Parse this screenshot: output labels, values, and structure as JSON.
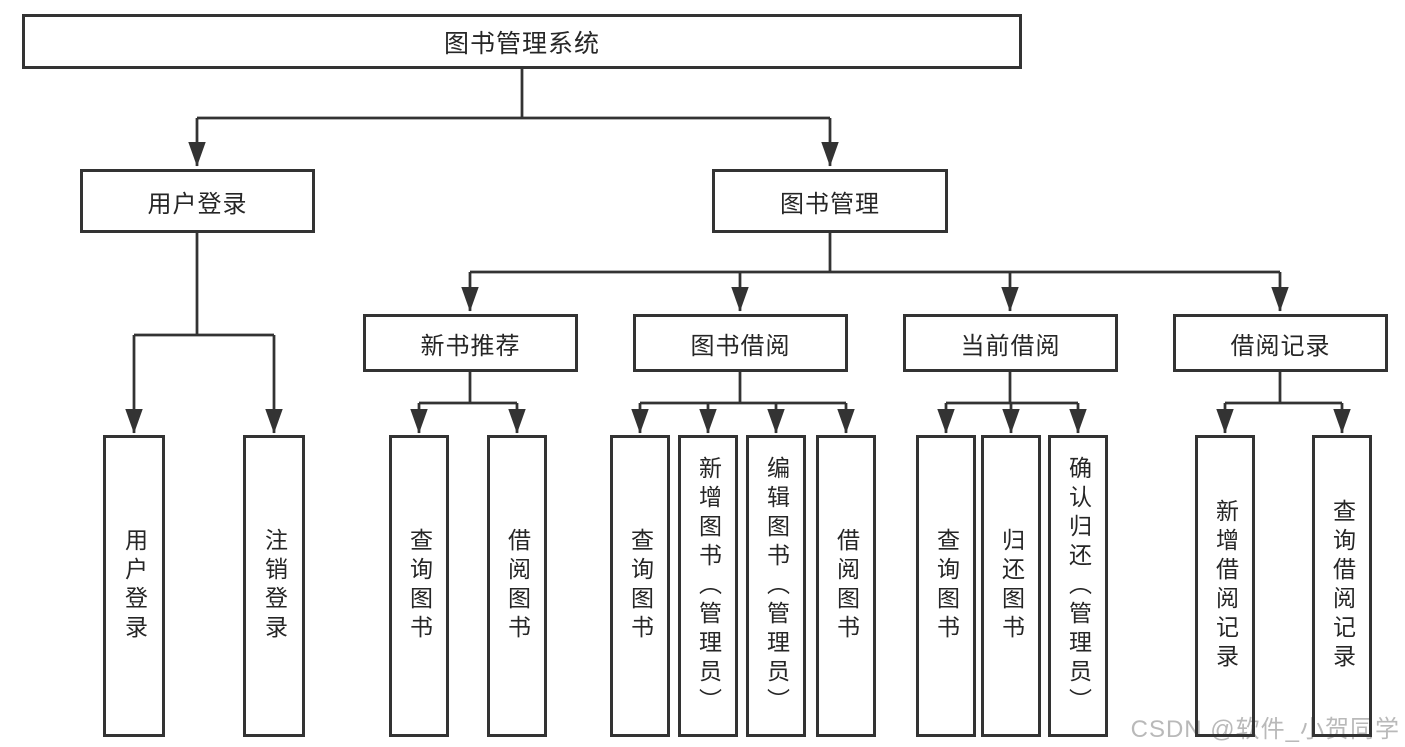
{
  "diagram": {
    "root": {
      "label": "图书管理系统"
    },
    "branches": [
      {
        "label": "用户登录",
        "children": [
          "用户登录",
          "注销登录"
        ]
      },
      {
        "label": "图书管理",
        "groups": [
          {
            "label": "新书推荐",
            "children": [
              "查询图书",
              "借阅图书"
            ]
          },
          {
            "label": "图书借阅",
            "children": [
              "查询图书",
              "新增图书（管理员）",
              "编辑图书（管理员）",
              "借阅图书"
            ]
          },
          {
            "label": "当前借阅",
            "children": [
              "查询图书",
              "归还图书",
              "确认归还（管理员）"
            ]
          },
          {
            "label": "借阅记录",
            "children": [
              "新增借阅记录",
              "查询借阅记录"
            ]
          }
        ]
      }
    ],
    "watermark": "CSDN @软件_小贺同学",
    "colors": {
      "line": "#333333",
      "text": "#262626",
      "watermark": "#b9b9b9",
      "background": "#ffffff"
    }
  }
}
